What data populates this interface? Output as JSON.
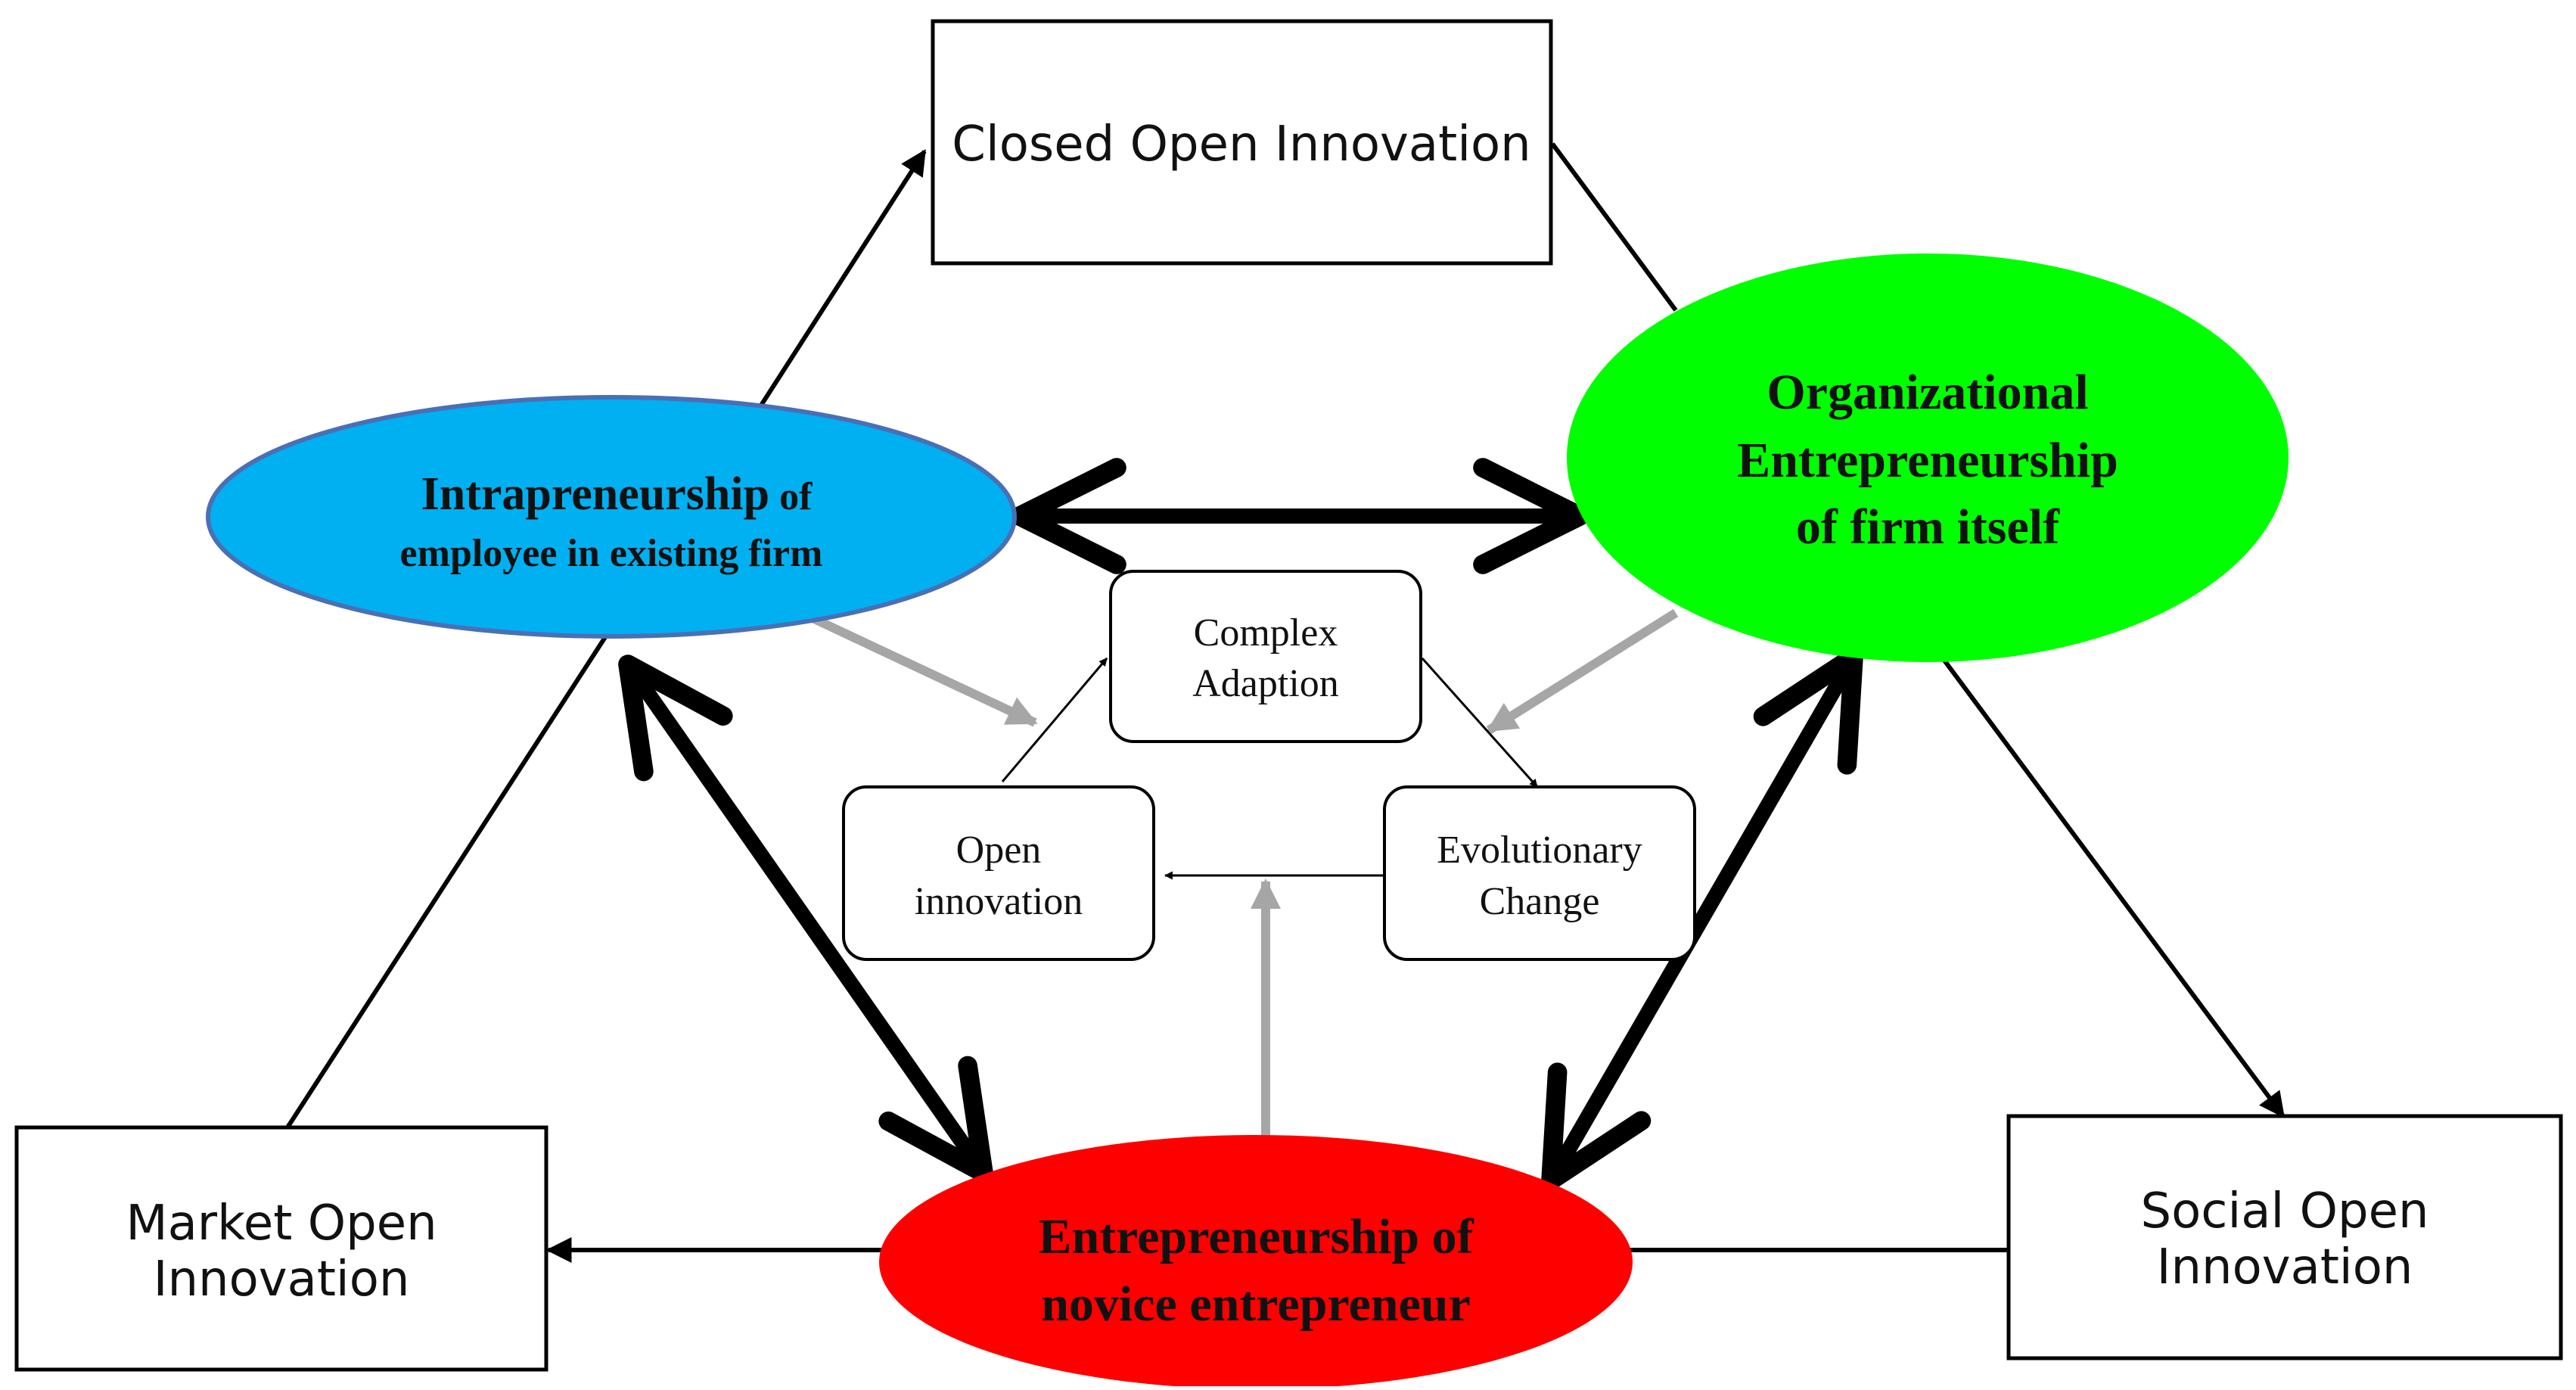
{
  "boxes": {
    "closed_open_innovation": "Closed Open Innovation",
    "market_open_innovation": [
      "Market Open",
      "Innovation"
    ],
    "social_open_innovation": [
      "Social Open",
      "Innovation"
    ]
  },
  "ellipses": {
    "intrapreneurship": {
      "title": "Intrapreneurship",
      "title_suffix": " of",
      "line2": "employee in existing firm",
      "color": "#00B0F0"
    },
    "organizational": {
      "lines": [
        "Organizational",
        "Entrepreneurship",
        "of firm itself"
      ],
      "color": "#00FF00"
    },
    "novice": {
      "lines": [
        "Entrepreneurship of",
        "novice entrepreneur"
      ],
      "color": "#FF0000"
    }
  },
  "cycle": {
    "complex_adaption": [
      "Complex",
      "Adaption"
    ],
    "open_innovation": [
      "Open",
      "innovation"
    ],
    "evolutionary_change": [
      "Evolutionary",
      "Change"
    ]
  },
  "colors": {
    "gray_arrow": "#A6A6A6",
    "line": "#000000"
  }
}
